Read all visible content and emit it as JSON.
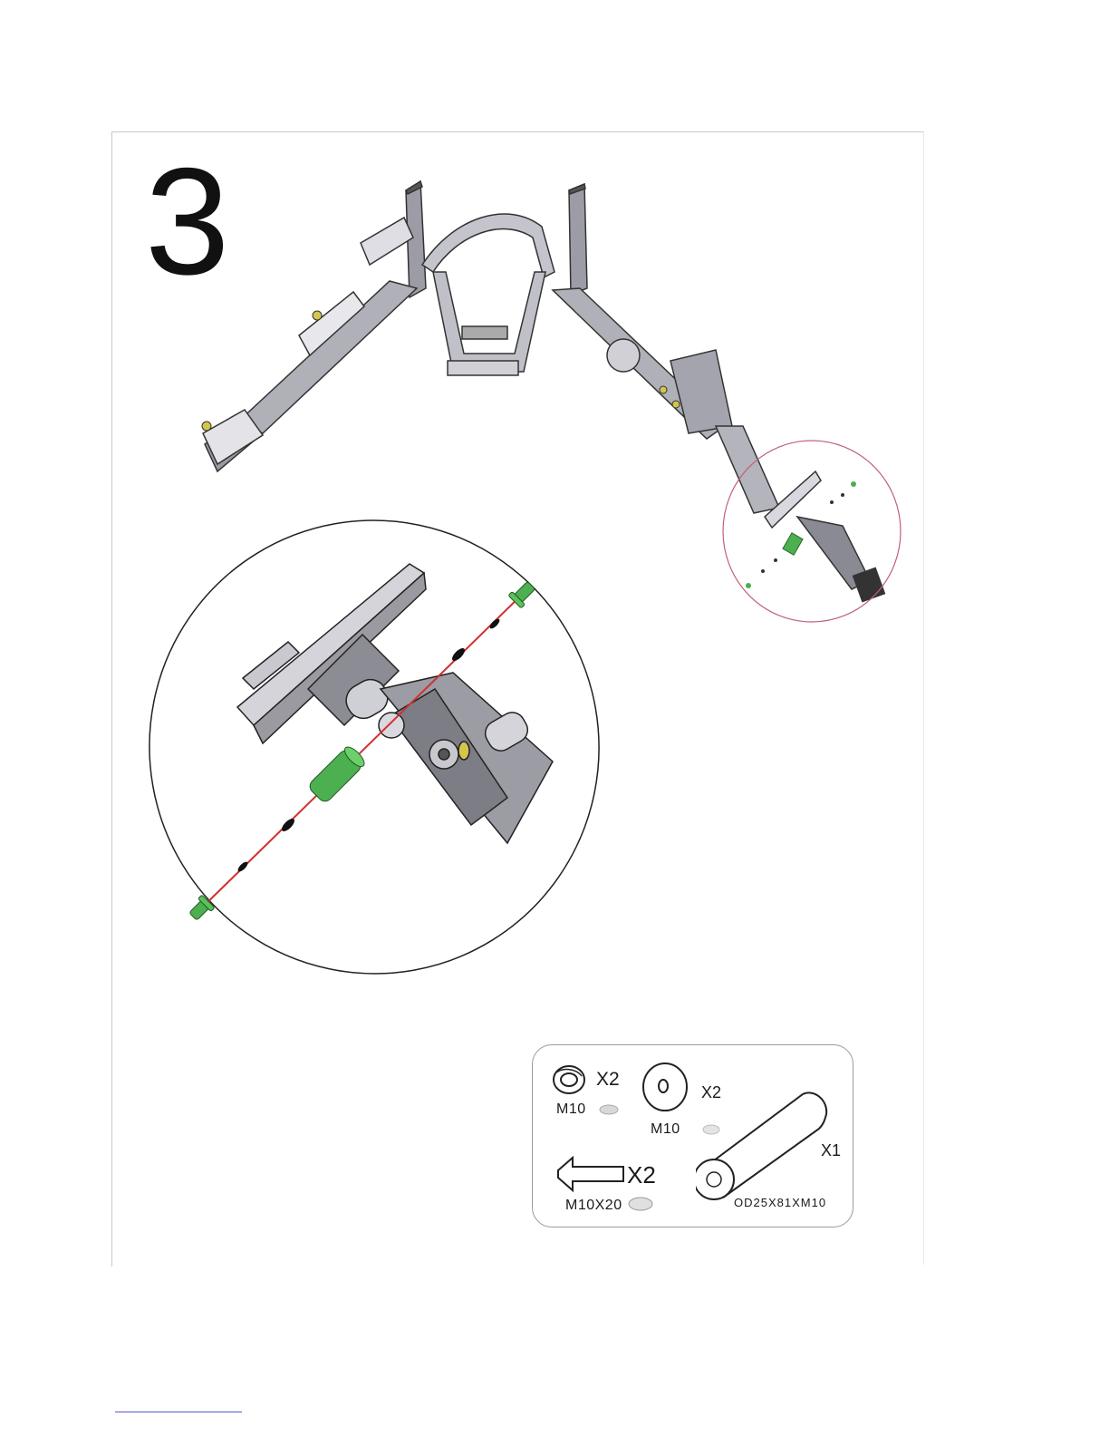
{
  "step": {
    "number": "3"
  },
  "parts": {
    "spring_washer": {
      "qty": "X2",
      "spec": "M10",
      "icon": "spring-washer-icon"
    },
    "flat_washer": {
      "qty": "X2",
      "spec": "M10",
      "icon": "flat-washer-icon"
    },
    "bolt": {
      "qty": "X2",
      "spec": "M10X20",
      "icon": "bolt-icon"
    },
    "sleeve": {
      "qty": "X1",
      "spec": "OD25X81XM10",
      "icon": "sleeve-tube-icon"
    }
  },
  "colors": {
    "hardware_highlight": "#4caf50",
    "axis_line": "#d03030",
    "callout_ellipse": "#c0607a",
    "frame_metal": "#b8b8c0"
  }
}
